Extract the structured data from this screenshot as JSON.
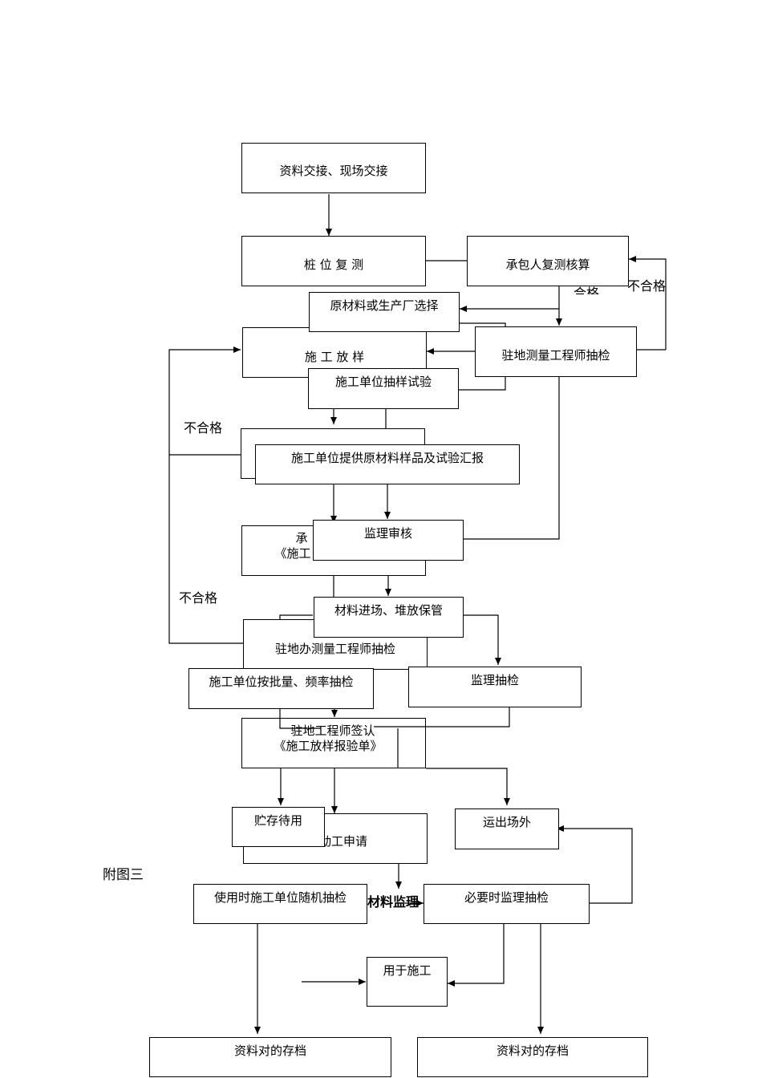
{
  "boxes": {
    "handover": "资料交接、现场交接",
    "pile_recheck": "桩 位 复 测",
    "contractor_recheck": "承包人复测核算",
    "material_source": "原材料或生产厂选择",
    "construction_setout": "施 工 放 样",
    "site_survey_engineer_check": "驻地测量工程师抽检",
    "contractor_sample_test": "施工单位抽样试验",
    "contractor_provide_samples": "施工单位提供原材料样品及试验汇报",
    "contractor_form_partial_1": "承",
    "contractor_form_partial_2": "《施工",
    "supervision_review": "监理审核",
    "material_entry": "材料进场、堆放保管",
    "site_office_survey_check": "驻地办测量工程师抽检",
    "contractor_batch_check": "施工单位按批量、频率抽检",
    "supervision_spot_check": "监理抽检",
    "site_engineer_sign_1": "驻地工程师签认",
    "site_engineer_sign_2": "《施工放样报验单》",
    "storage": "贮存待用",
    "start_application": "动工申请",
    "transport_offsite": "运出场外",
    "use_random_check": "使用时施工单位随机抽检",
    "supervision_check_if_needed": "必要时监理抽检",
    "used_in_construction": "用于施工",
    "archive_left": "资料对的存档",
    "archive_right": "资料对的存档"
  },
  "labels": {
    "pass_partial": "合格",
    "fail_top_right": "不合格",
    "fail_left_upper": "不合格",
    "fail_left_lower": "不合格",
    "appendix": "附图三",
    "material_supervision_partial": "材料监理"
  }
}
